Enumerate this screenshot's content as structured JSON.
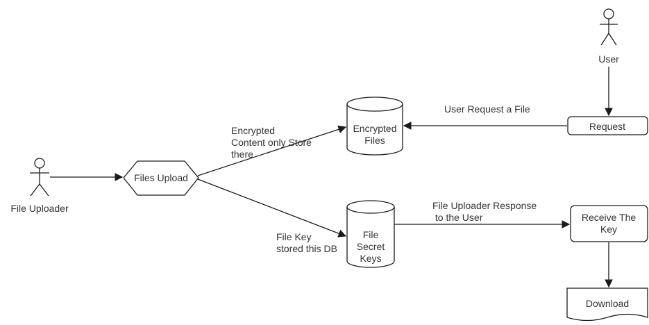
{
  "actors": {
    "uploader": "File Uploader",
    "user": "User"
  },
  "nodes": {
    "files_upload": "Files Upload",
    "encrypted_files": [
      "Encrypted",
      "Files"
    ],
    "secret_keys": [
      "File",
      "Secret",
      "Keys"
    ],
    "request": "Request",
    "receive_key": [
      "Receive The",
      "Key"
    ],
    "download": "Download"
  },
  "edge_labels": {
    "encrypted_content": [
      "Encrypted",
      "Content only Store",
      "there"
    ],
    "file_key": [
      "File Key",
      "stored this DB"
    ],
    "user_request": "User Request a File",
    "uploader_response": [
      "File Uploader Response",
      " to the User"
    ]
  }
}
